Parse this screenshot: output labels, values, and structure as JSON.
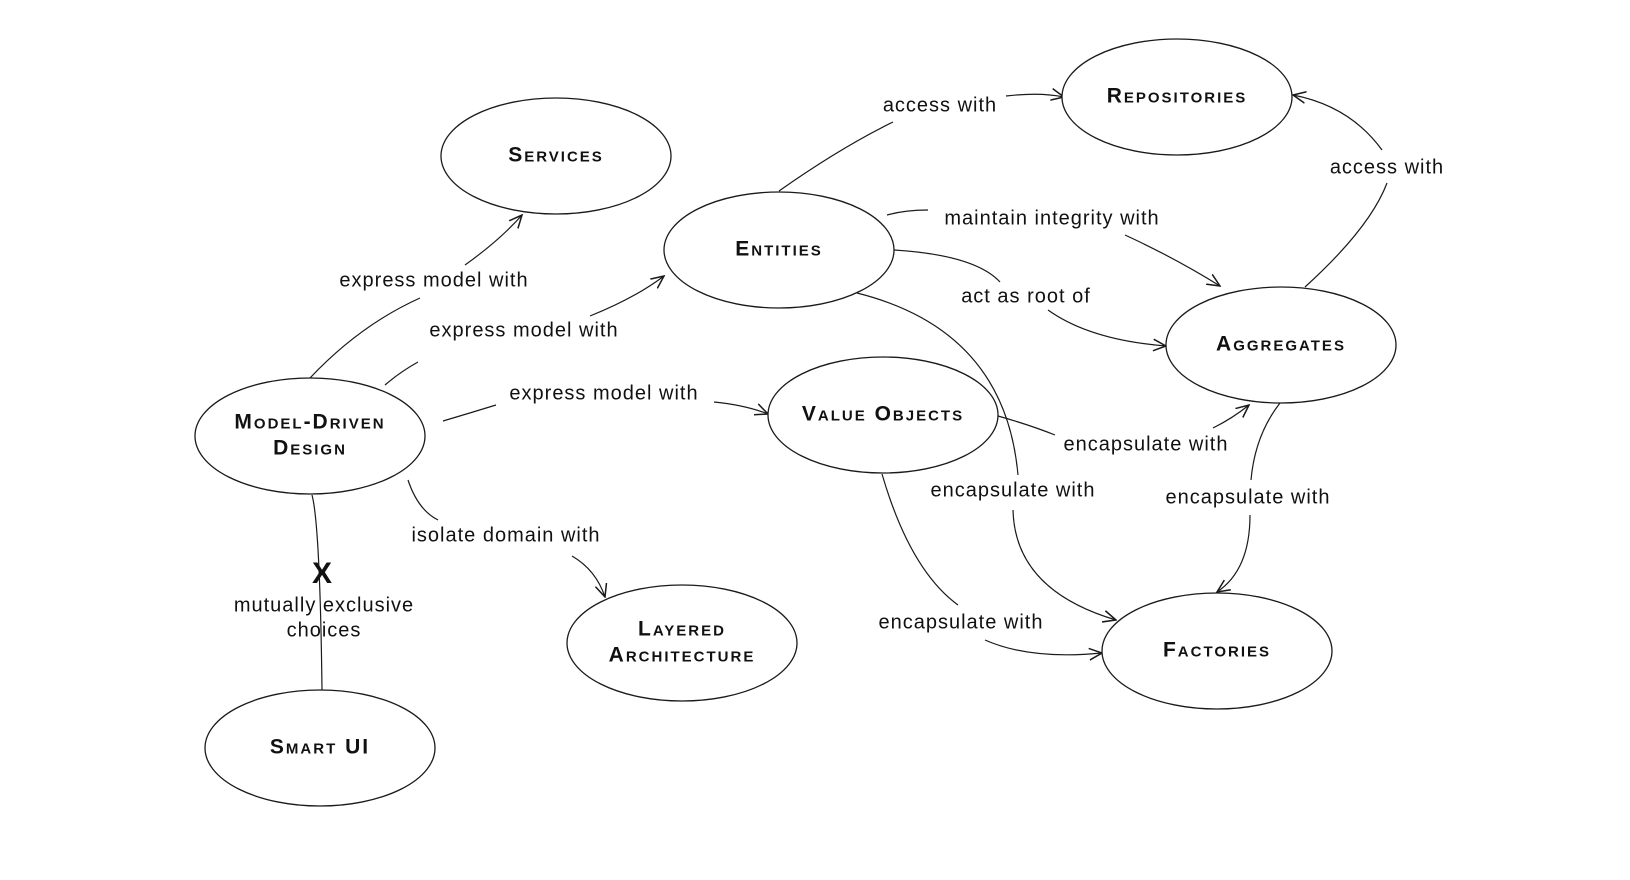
{
  "diagram": {
    "nodes": {
      "services": "Services",
      "repositories": "Repositories",
      "entities": "Entities",
      "aggregates": "Aggregates",
      "model_driven_design_line1": "Model-Driven",
      "model_driven_design_line2": "Design",
      "value_objects": "Value Objects",
      "layered_architecture_line1": "Layered",
      "layered_architecture_line2": "Architecture",
      "factories": "Factories",
      "smart_ui": "Smart UI"
    },
    "edges": {
      "mdd_to_services": "express model with",
      "mdd_to_entities": "express model with",
      "mdd_to_value_objects": "express model with",
      "mdd_to_layered": "isolate domain with",
      "entities_to_repositories": "access with",
      "aggregates_to_repositories": "access with",
      "entities_maintain_aggregates": "maintain integrity with",
      "entities_root_aggregates": "act as root of",
      "value_objects_to_aggregates": "encapsulate with",
      "entities_to_factories": "encapsulate with",
      "aggregates_to_factories": "encapsulate with",
      "value_objects_to_factories": "encapsulate with",
      "mdd_smart_ui_mark": "X",
      "mdd_smart_ui_line1": "mutually exclusive",
      "mdd_smart_ui_line2": "choices"
    }
  }
}
